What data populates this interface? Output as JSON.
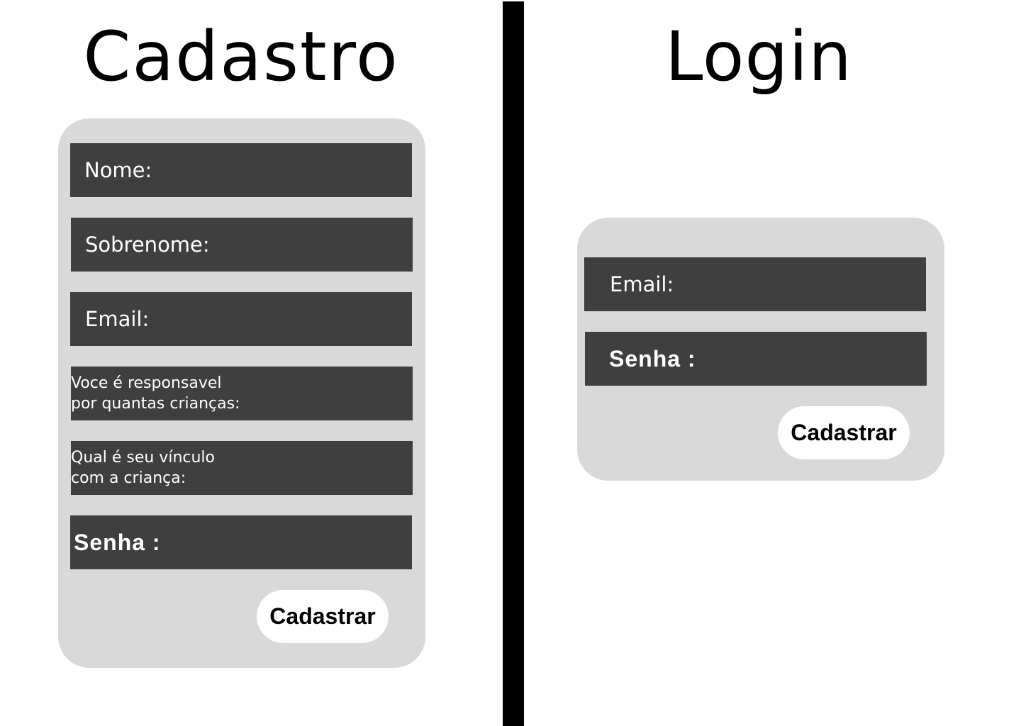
{
  "signup": {
    "title": "Cadastro",
    "fields": {
      "nome": "Nome:",
      "sobrenome": "Sobrenome:",
      "email": "Email:",
      "criancas": "Voce é responsavel\npor quantas crianças:",
      "vinculo": "Qual é seu vínculo\ncom a criança:",
      "senha": "Senha :"
    },
    "submit_label": "Cadastrar"
  },
  "login": {
    "title": "Login",
    "fields": {
      "email": "Email:",
      "senha": "Senha :"
    },
    "submit_label": "Cadastrar"
  },
  "colors": {
    "background": "#ffffff",
    "divider": "#000000",
    "card": "#d9d9d9",
    "field": "#3f3f3f",
    "field_text": "#ffffff",
    "button": "#ffffff",
    "button_text": "#000000"
  }
}
